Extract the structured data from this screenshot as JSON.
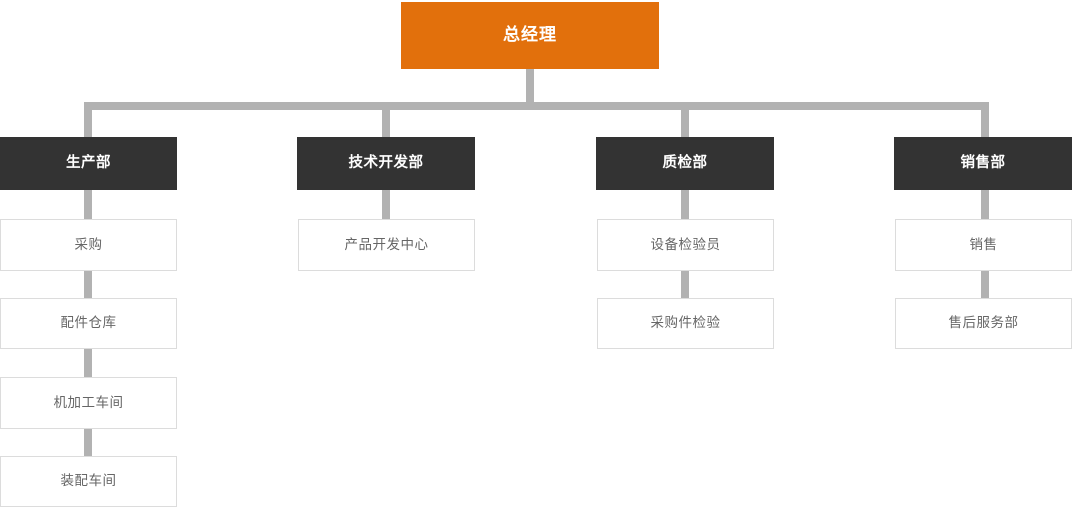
{
  "chart": {
    "title_node": {
      "label": "总经理",
      "color": "#e2700c",
      "text_color": "#ffffff"
    },
    "theme": {
      "root_fill": "#e2700c",
      "department_fill": "#333333",
      "sub_fill": "#ffffff",
      "sub_border": "#dcdcdc",
      "sub_text": "#666666",
      "connector": "#b2b2b2",
      "background": "#ffffff"
    },
    "departments": [
      {
        "label": "生产部",
        "children": [
          {
            "label": "采购"
          },
          {
            "label": "配件仓库"
          },
          {
            "label": "机加工车间"
          },
          {
            "label": "装配车间"
          }
        ]
      },
      {
        "label": "技术开发部",
        "children": [
          {
            "label": "产品开发中心"
          }
        ]
      },
      {
        "label": "质检部",
        "children": [
          {
            "label": "设备检验员"
          },
          {
            "label": "采购件检验"
          }
        ]
      },
      {
        "label": "销售部",
        "children": [
          {
            "label": "销售"
          },
          {
            "label": "售后服务部"
          }
        ]
      }
    ]
  }
}
